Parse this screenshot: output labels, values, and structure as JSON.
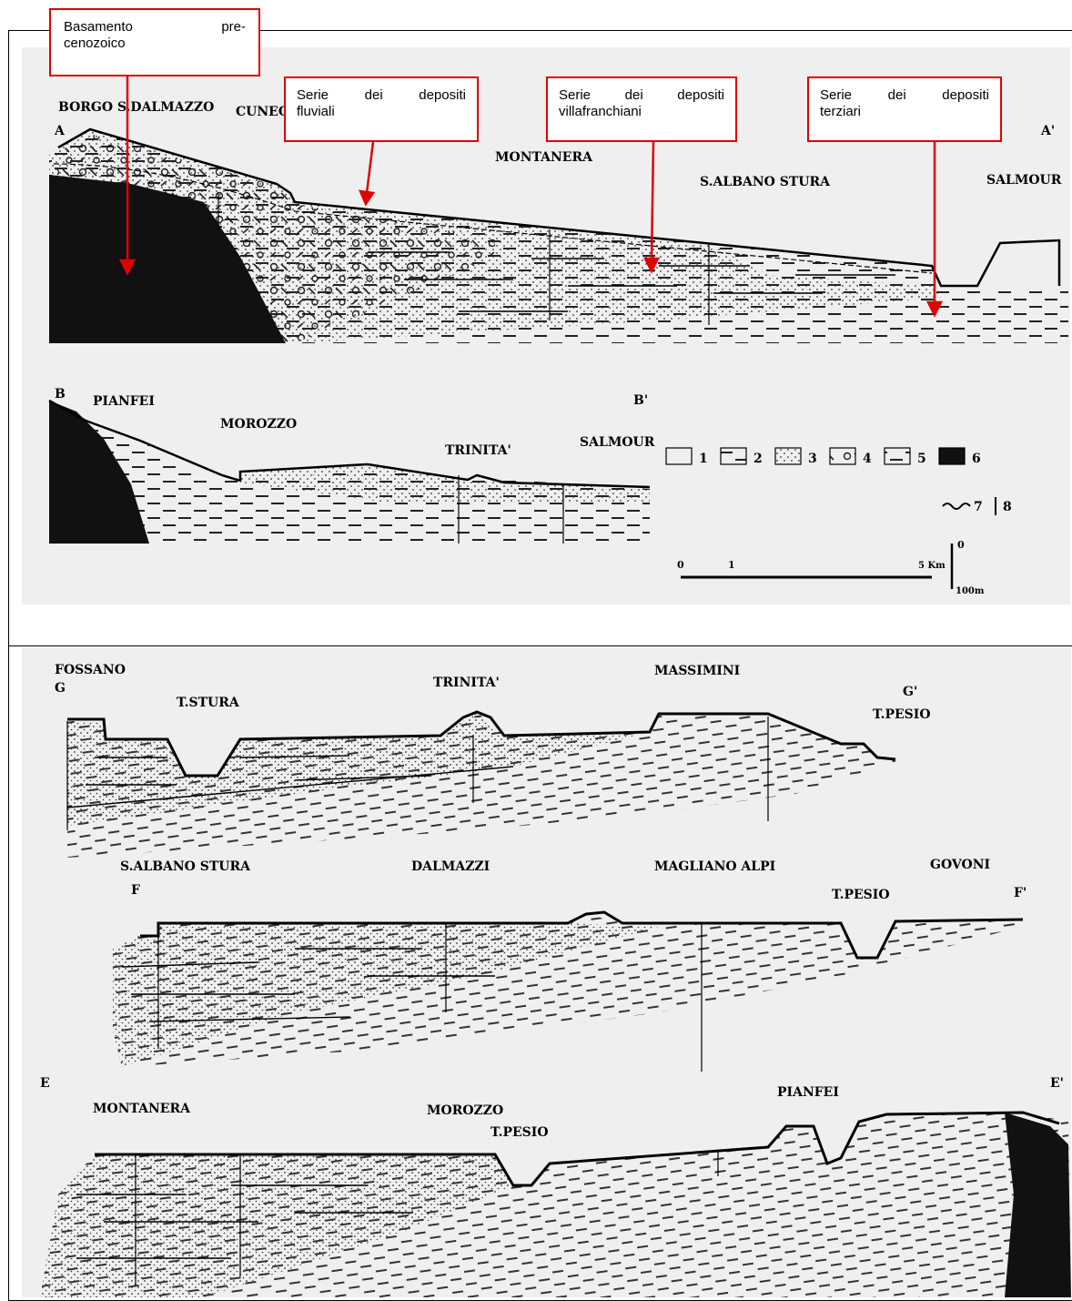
{
  "callouts": {
    "basamento": {
      "line1_a": "Basamento",
      "line1_b": "pre-",
      "line2": "cenozoico"
    },
    "fluviali": {
      "line1_a": "Serie",
      "line1_b": "dei",
      "line1_c": "depositi",
      "line2": "fluviali"
    },
    "villafranchiani": {
      "line1_a": "Serie",
      "line1_b": "dei",
      "line1_c": "depositi",
      "line2": "villafranchiani"
    },
    "terziari": {
      "line1_a": "Serie",
      "line1_b": "dei",
      "line1_c": "depositi",
      "line2": "terziari"
    }
  },
  "section_A": {
    "start": "A",
    "end": "A'",
    "places": [
      "BORGO S.DALMAZZO",
      "CUNEO",
      "MONTANERA",
      "S.ALBANO STURA",
      "SALMOUR"
    ]
  },
  "section_B": {
    "start": "B",
    "end": "B'",
    "places": [
      "PIANFEI",
      "MOROZZO",
      "TRINITA'",
      "SALMOUR"
    ]
  },
  "legend": {
    "items": [
      "1",
      "2",
      "3",
      "4",
      "5",
      "6",
      "7",
      "8"
    ],
    "scale_h": {
      "start": "0",
      "mid": "1",
      "end": "5 Km"
    },
    "scale_v": {
      "top": "0",
      "bottom": "100m"
    }
  },
  "section_G": {
    "start": "G",
    "end": "G'",
    "places": [
      "FOSSANO",
      "T.STURA",
      "TRINITA'",
      "MASSIMINI",
      "T.PESIO"
    ]
  },
  "section_F": {
    "start": "F",
    "end": "F'",
    "places": [
      "S.ALBANO STURA",
      "DALMAZZI",
      "MAGLIANO ALPI",
      "T.PESIO",
      "GOVONI"
    ]
  },
  "section_E": {
    "start": "E",
    "end": "E'",
    "places": [
      "MONTANERA",
      "MOROZZO",
      "T.PESIO",
      "PIANFEI"
    ]
  },
  "colors": {
    "callout_border": "#e00000",
    "bedrock": "#111111",
    "paper": "#efefef"
  }
}
